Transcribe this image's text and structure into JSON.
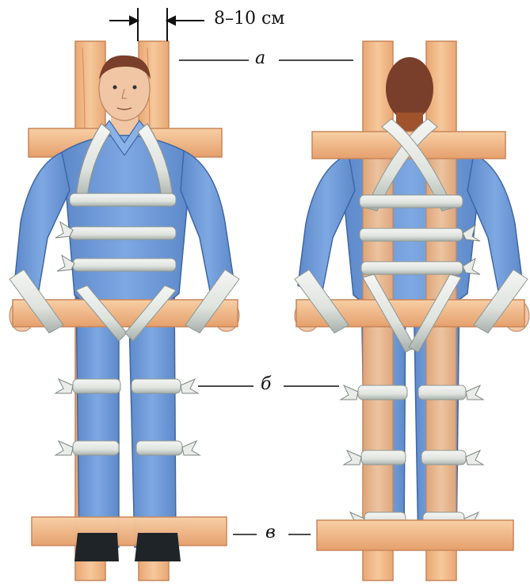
{
  "dimension": {
    "text": "8–10 см"
  },
  "labels": {
    "a": "а",
    "b": "б",
    "v": "в"
  },
  "colors": {
    "wood": "#f3bd8e",
    "wood_grain": "#d98f5c",
    "suit": "#6f9ad8",
    "suit_shadow": "#4d77b8",
    "bandage": "#e9ece8",
    "bandage_shadow": "#9ca3a0",
    "skin": "#f1c6a4",
    "hair": "#7a3f2a",
    "boots": "#1f2428"
  }
}
